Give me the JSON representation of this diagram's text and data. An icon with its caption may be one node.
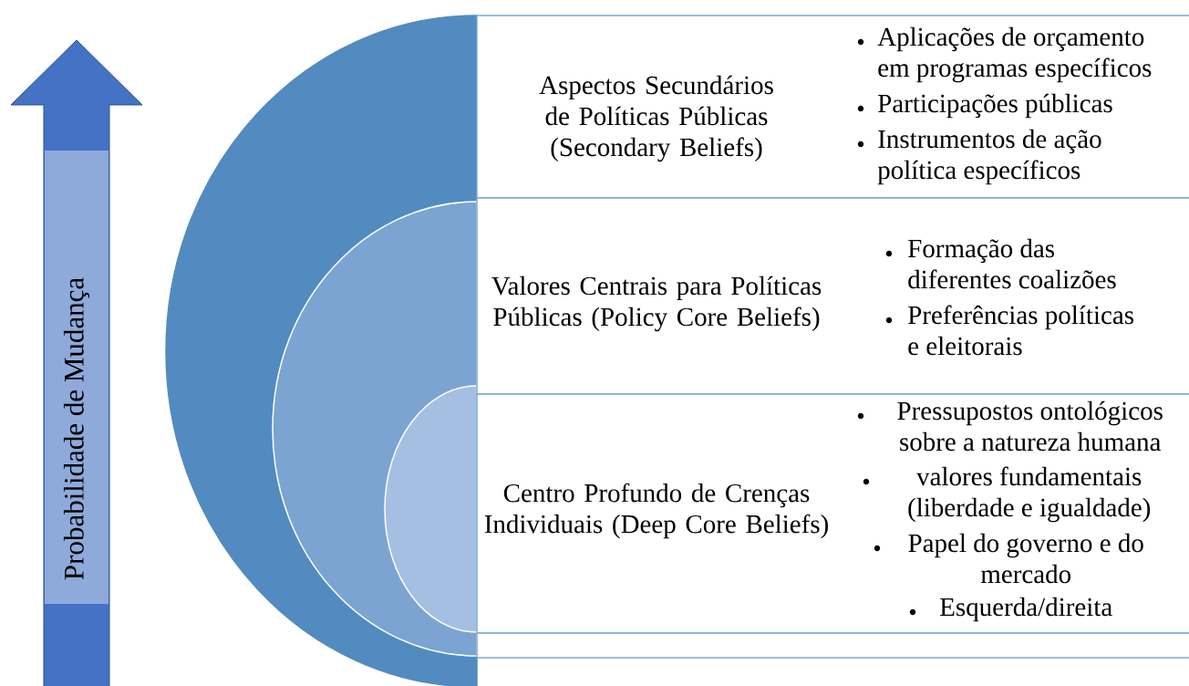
{
  "diagram": {
    "nodes": [
      {
        "text": [
          "Probabilidade de Mudança"
        ]
      },
      {
        "text": [
          "Aspectos Secundários de Políticas Públicas (Secondary Beliefs)",
          "Aplicações de orçamento em programas específicos",
          "Participações públicas",
          "Instrumentos de ação política específicos"
        ]
      },
      {
        "text": [
          "Valores Centrais para Políticas Públicas (Policy Core Beliefs)",
          "Formação das diferentes coalizões",
          "Preferências políticas e eleitorais"
        ]
      },
      {
        "text": [
          "Centro Profundo de Crenças Individuais (Deep Core Beliefs)",
          "Pressupostos ontológicos sobre a natureza humana",
          "valores fundamentais (liberdade e igualdade)",
          "Papel do governo e do mercado",
          "Esquerda/direita"
        ]
      },
      {
        "text": [],
        "shape": "box"
      }
    ]
  }
}
